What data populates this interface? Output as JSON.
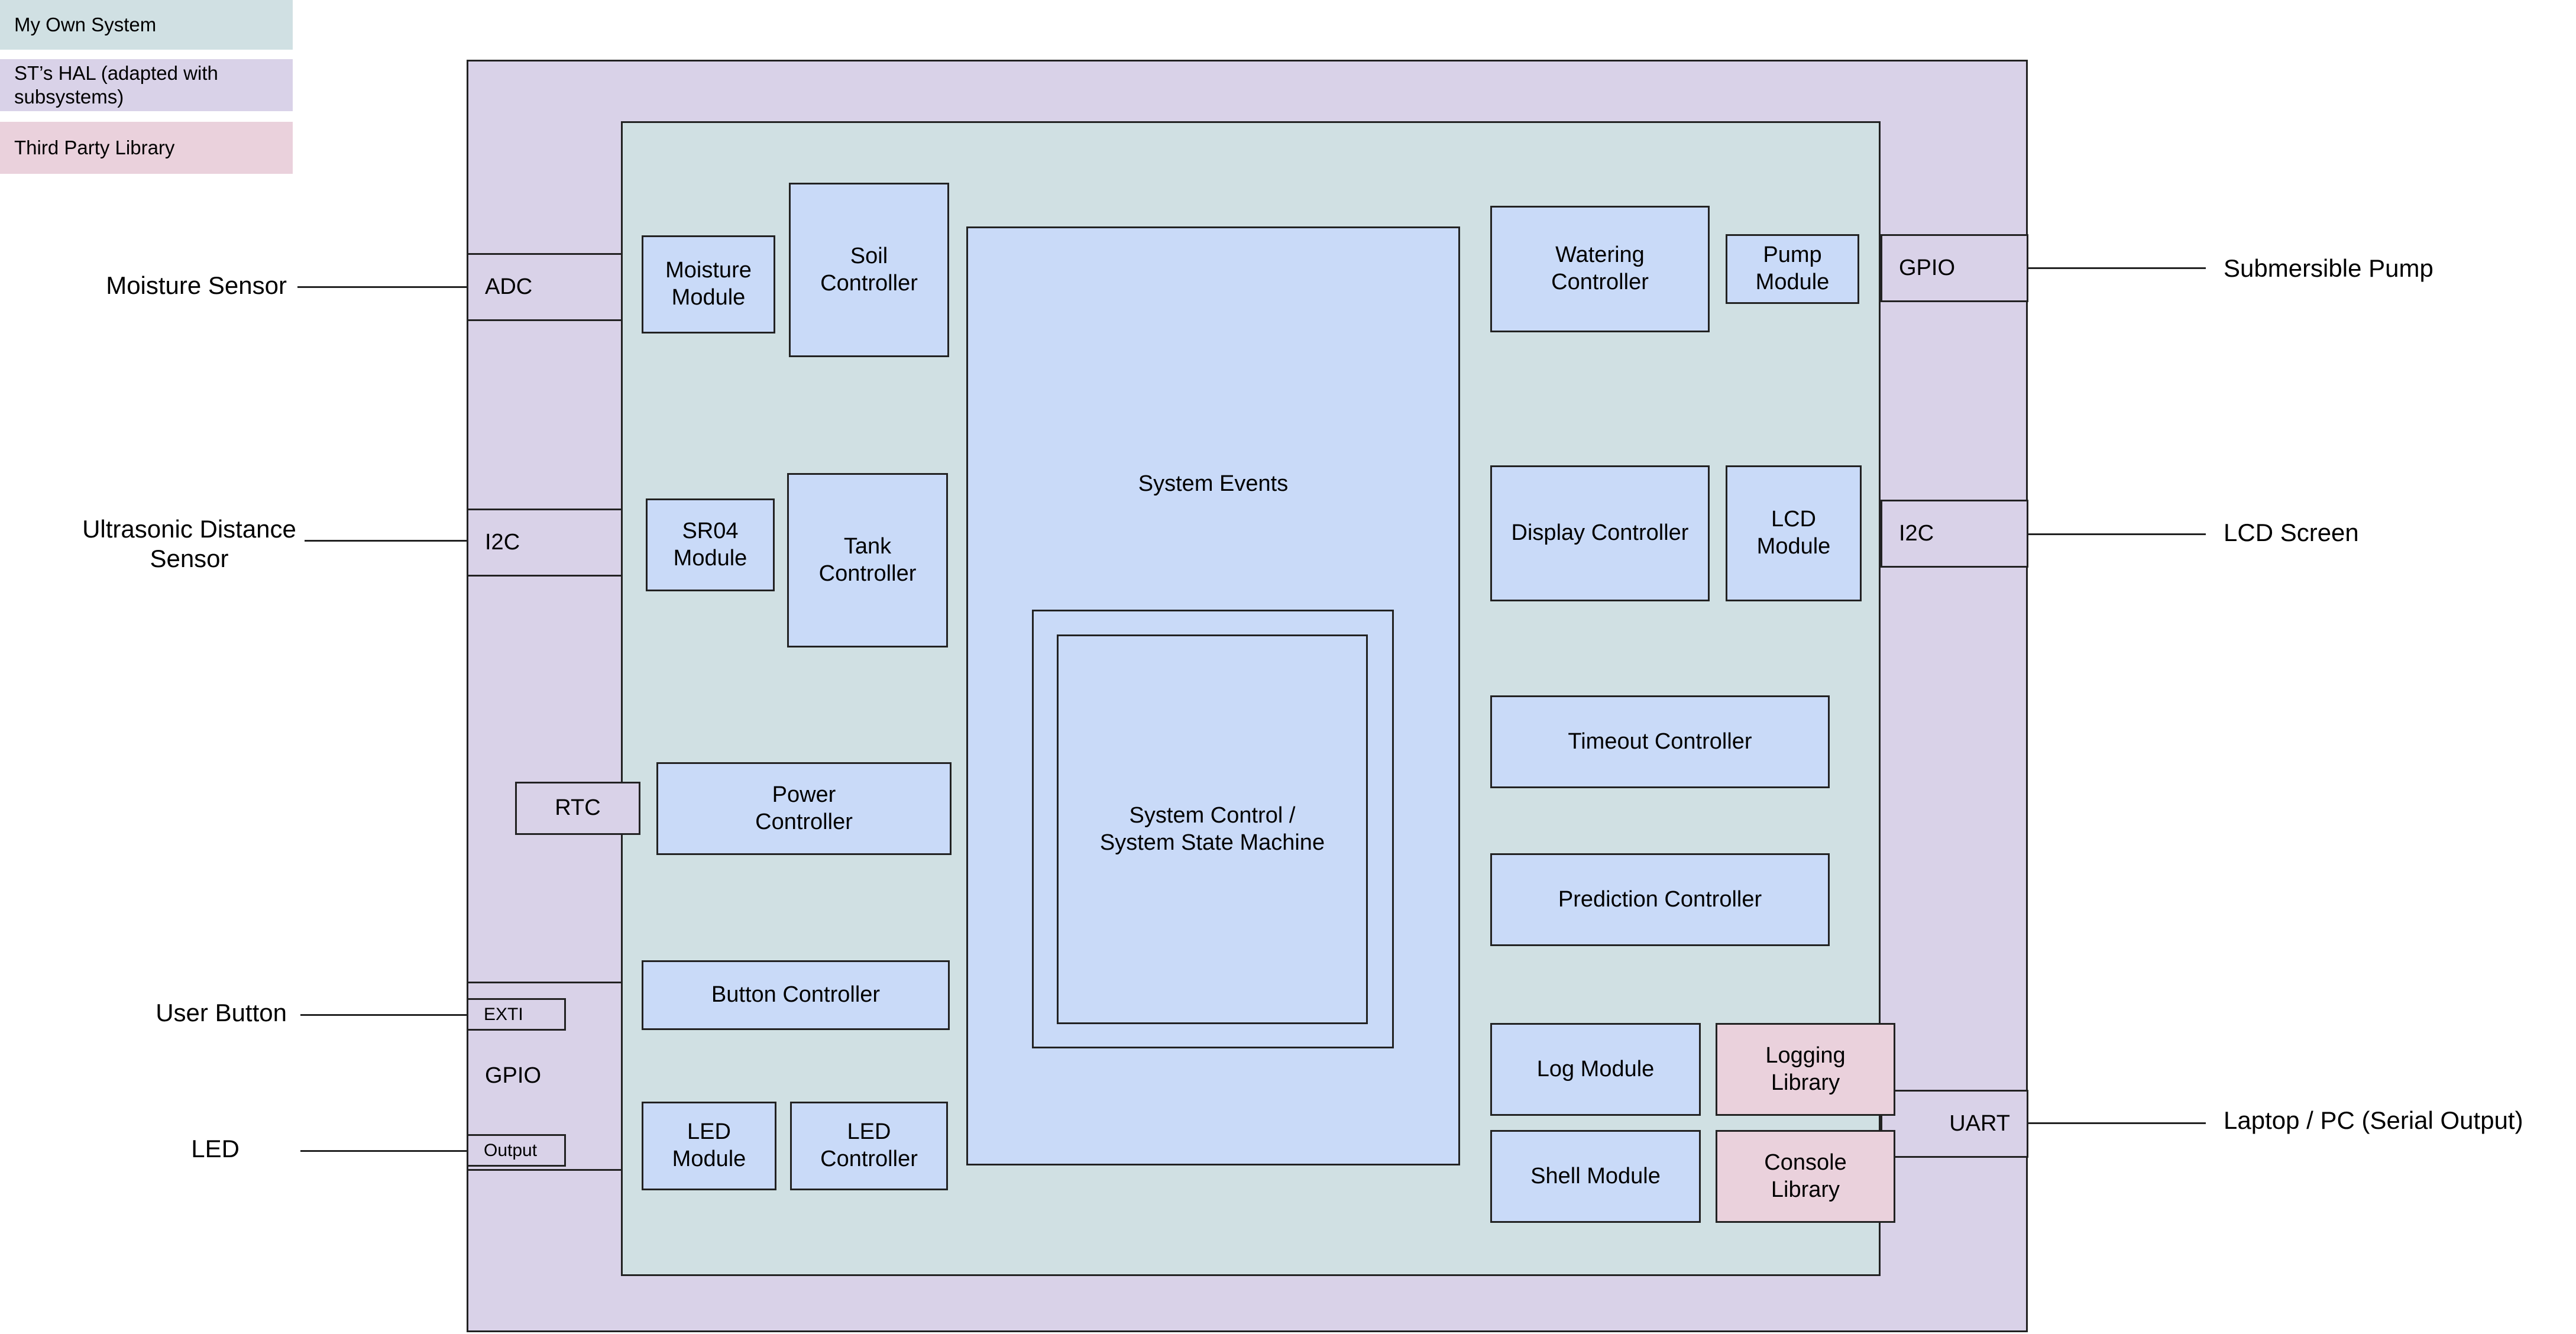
{
  "legend": {
    "own": "My Own System",
    "hal": "ST’s HAL (adapted with\nsubsystems)",
    "third_party": "Third Party Library"
  },
  "hal_blocks": {
    "adc": "ADC",
    "i2c_left": "I2C",
    "rtc": "RTC",
    "gpio_left": "GPIO",
    "exti": "EXTI",
    "output": "Output",
    "gpio_right": "GPIO",
    "i2c_right": "I2C",
    "uart": "UART"
  },
  "modules": {
    "moisture_module": "Moisture\nModule",
    "soil_controller": "Soil\nController",
    "sr04_module": "SR04\nModule",
    "tank_controller": "Tank\nController",
    "power_controller": "Power\nController",
    "button_controller": "Button Controller",
    "led_module": "LED\nModule",
    "led_controller": "LED\nController",
    "system_events": "System Events",
    "system_control": "System Control /\nSystem State Machine",
    "watering_controller": "Watering\nController",
    "pump_module": "Pump\nModule",
    "display_controller": "Display Controller",
    "lcd_module": "LCD\nModule",
    "timeout_controller": "Timeout Controller",
    "prediction_controller": "Prediction Controller",
    "log_module": "Log Module",
    "shell_module": "Shell Module",
    "logging_library": "Logging\nLibrary",
    "console_library": "Console\nLibrary"
  },
  "external": {
    "moisture_sensor": "Moisture Sensor",
    "ultrasonic_sensor": "Ultrasonic Distance\nSensor",
    "user_button": "User Button",
    "led": "LED",
    "submersible_pump": "Submersible Pump",
    "lcd_screen": "LCD Screen",
    "laptop_pc": "Laptop / PC (Serial Output)"
  },
  "colors": {
    "own": "#d0e0e3",
    "hal": "#d9d2e8",
    "module": "#c9daf8",
    "third_party": "#ead1dc"
  }
}
